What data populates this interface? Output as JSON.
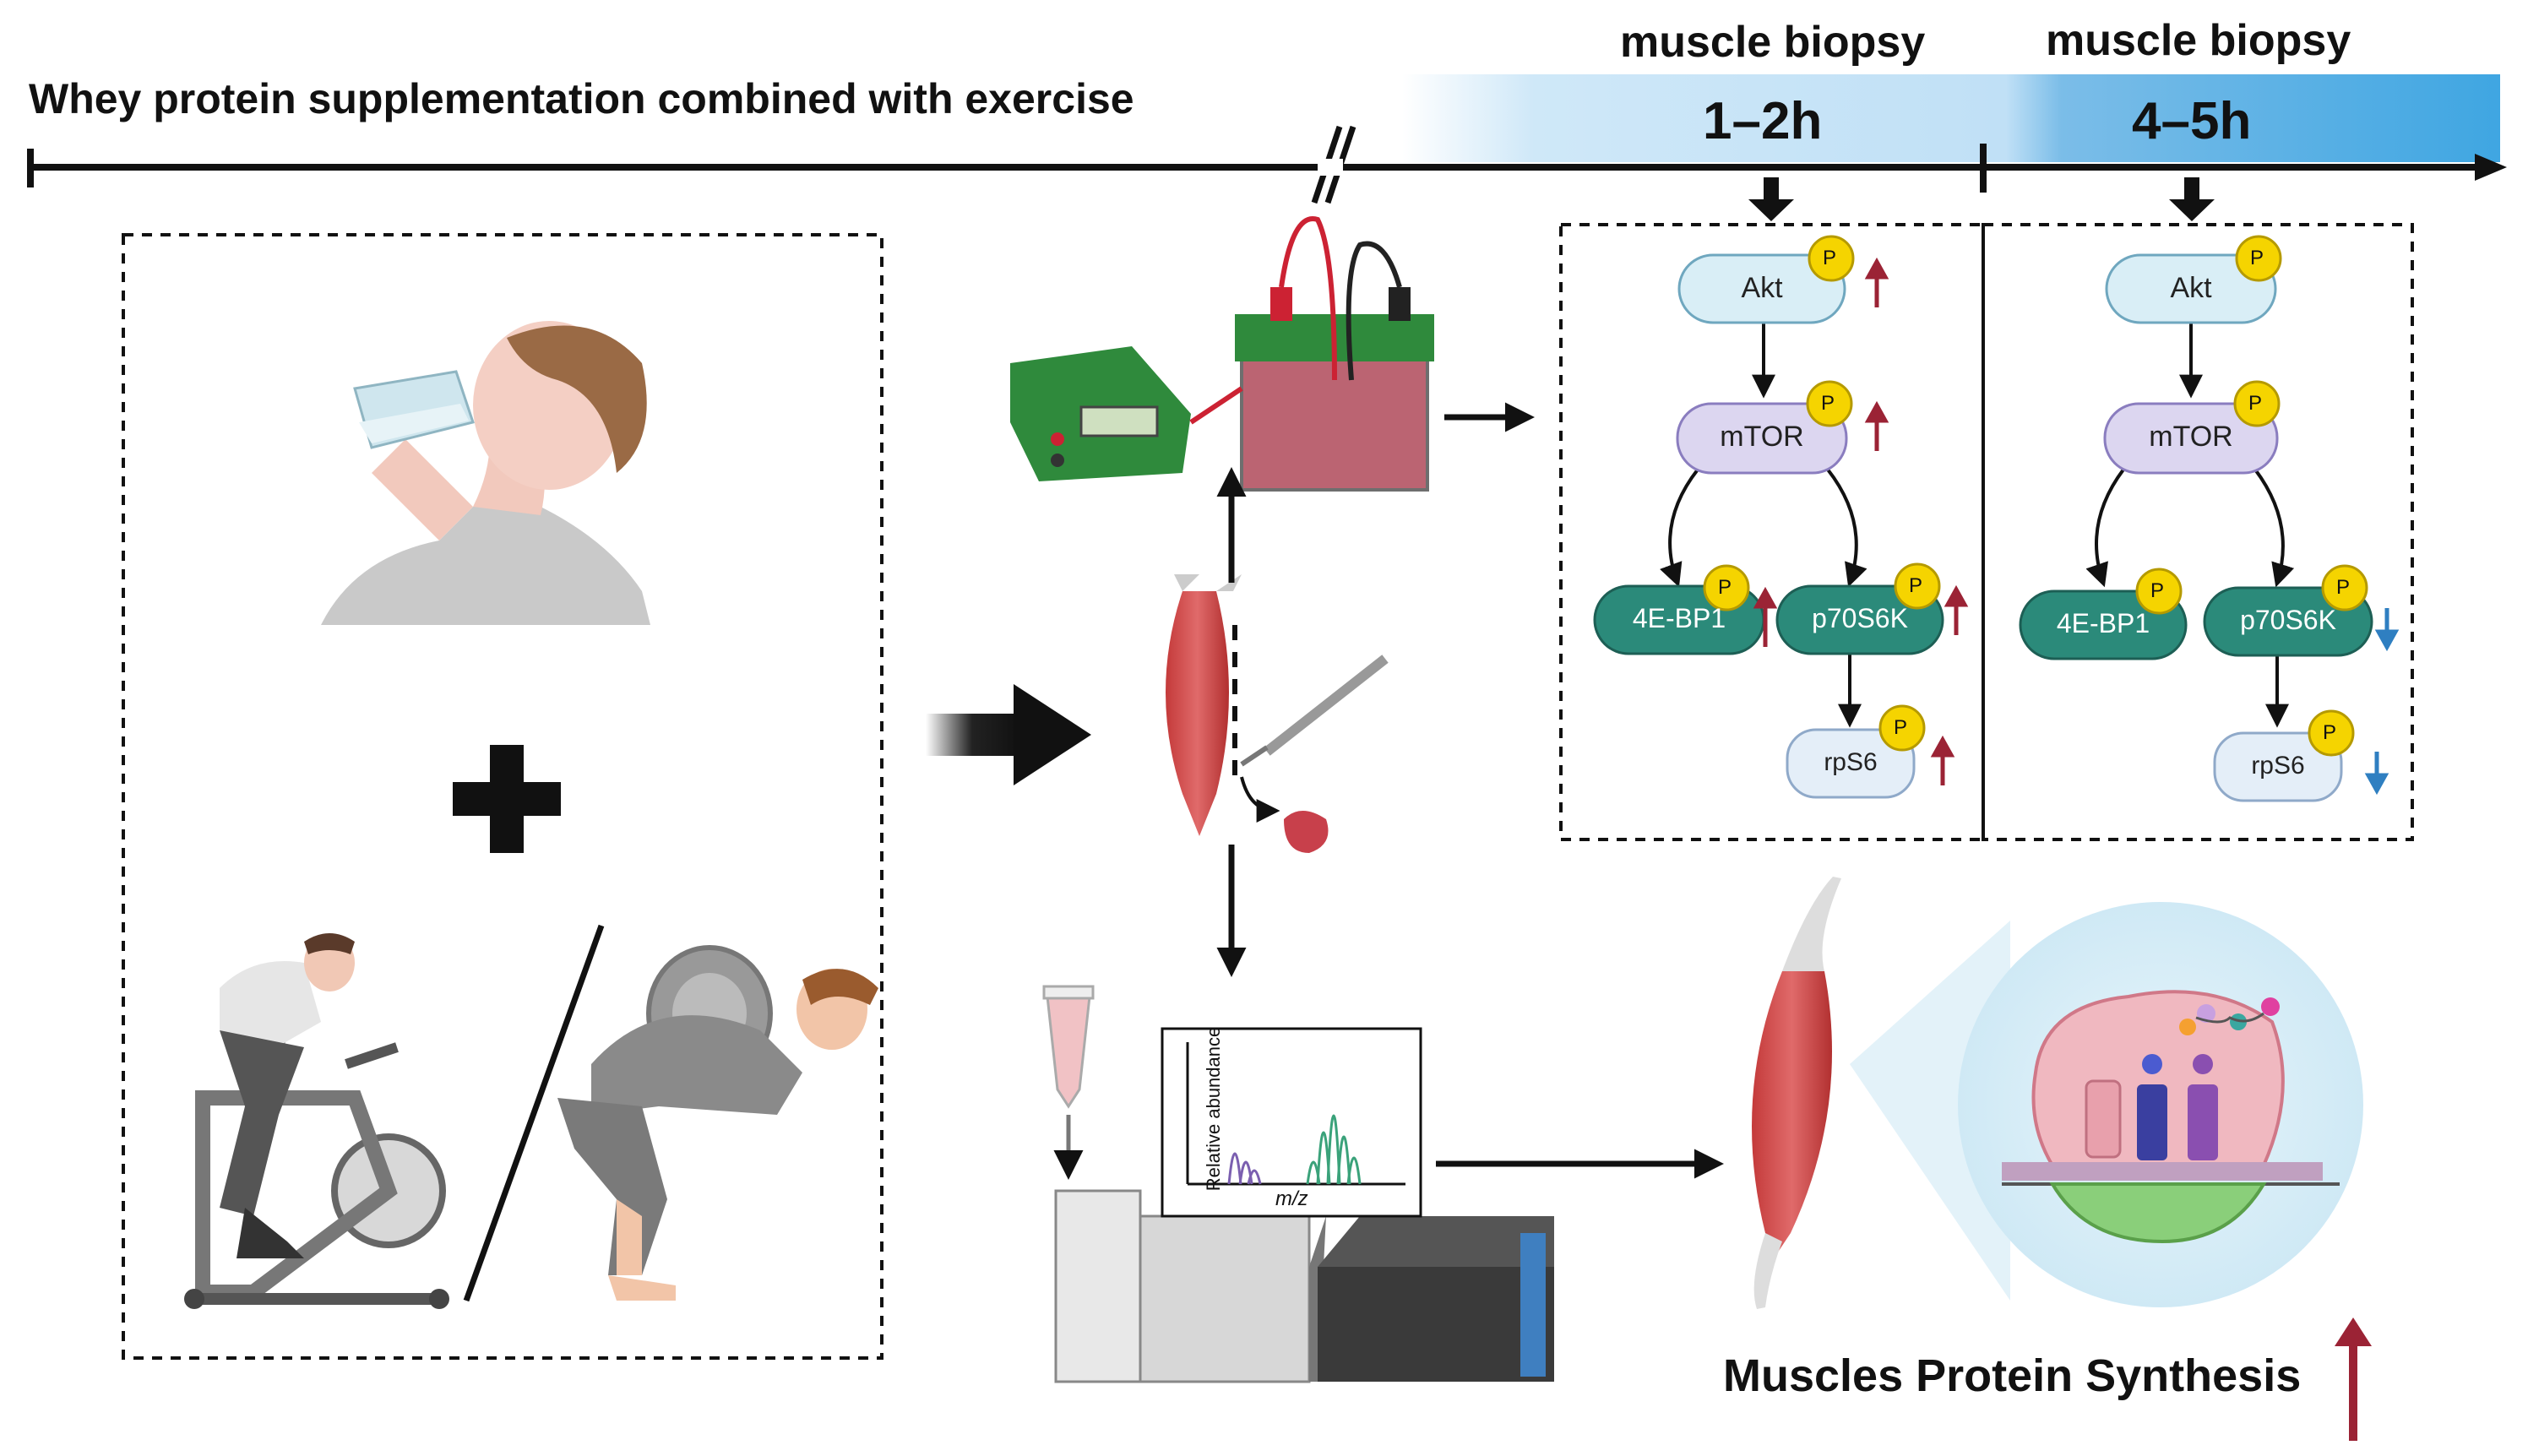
{
  "title": "Whey protein supplementation combined with exercise",
  "biopsy": {
    "label_1": "muscle biopsy",
    "label_2": "muscle biopsy",
    "time_1": "1–2h",
    "time_2": "4–5h"
  },
  "pathway_early": {
    "akt": "Akt",
    "mtor": "mTOR",
    "ebp1": "4E-BP1",
    "p70": "p70S6K",
    "rps6": "rpS6",
    "phospho": "P",
    "trend": "up"
  },
  "pathway_late": {
    "akt": "Akt",
    "mtor": "mTOR",
    "ebp1": "4E-BP1",
    "p70": "p70S6K",
    "rps6": "rpS6",
    "phospho": "P",
    "trend_p70": "down",
    "trend_rps6": "down"
  },
  "spectrum": {
    "ylabel": "Relative abundance",
    "xlabel": "m/z"
  },
  "outcome": "Muscles Protein Synthesis",
  "outcome_trend": "up",
  "colors": {
    "up_arrow": "#9b2335",
    "down_arrow": "#2f7fc1",
    "akt_fill": "#d9eef6",
    "mtor_fill": "#dcd6f0",
    "teal": "#2b8a7a",
    "rps6_fill": "#e4eef8",
    "phospho": "#f5d400",
    "timeline_blue": "#4aa8e0"
  }
}
